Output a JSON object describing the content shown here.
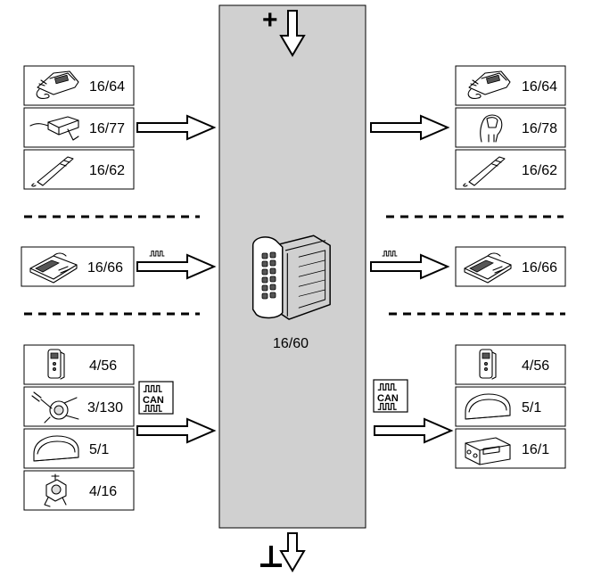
{
  "center": {
    "module_label": "16/60",
    "top_symbol": "+",
    "bottom_symbol": "⊥",
    "panel_color": "#d0d0d0"
  },
  "left": {
    "group1": [
      {
        "label": "16/64",
        "icon": "telephone-icon"
      },
      {
        "label": "16/77",
        "icon": "module-box-icon"
      },
      {
        "label": "16/62",
        "icon": "handset-icon"
      }
    ],
    "group2": [
      {
        "label": "16/66",
        "icon": "keypad-panel-icon"
      }
    ],
    "group3": [
      {
        "label": "4/56",
        "icon": "remote-key-icon"
      },
      {
        "label": "3/130",
        "icon": "steering-switch-icon"
      },
      {
        "label": "5/1",
        "icon": "instrument-cluster-icon"
      },
      {
        "label": "4/16",
        "icon": "ignition-switch-icon"
      }
    ],
    "can_badge": "CAN"
  },
  "right": {
    "group1": [
      {
        "label": "16/64",
        "icon": "telephone-icon"
      },
      {
        "label": "16/78",
        "icon": "headrest-icon"
      },
      {
        "label": "16/62",
        "icon": "handset-icon"
      }
    ],
    "group2": [
      {
        "label": "16/66",
        "icon": "keypad-panel-icon"
      }
    ],
    "group3": [
      {
        "label": "4/56",
        "icon": "remote-key-icon"
      },
      {
        "label": "5/1",
        "icon": "instrument-cluster-icon"
      },
      {
        "label": "16/1",
        "icon": "radio-unit-icon"
      }
    ],
    "can_badge": "CAN"
  }
}
